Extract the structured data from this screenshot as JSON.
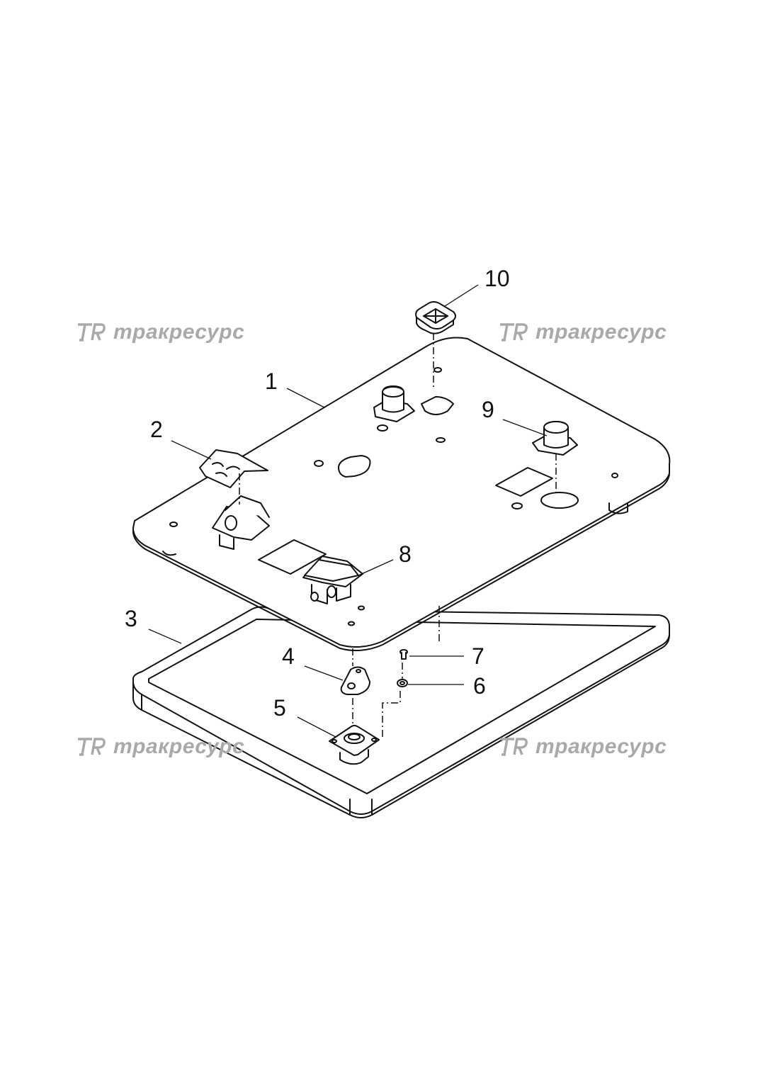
{
  "diagram": {
    "callouts": [
      "1",
      "2",
      "3",
      "4",
      "5",
      "6",
      "7",
      "8",
      "9",
      "10"
    ]
  },
  "watermark": {
    "text": "трак­ресурс",
    "color": "#a9a9a9"
  },
  "colors": {
    "line": "#111111",
    "background": "#ffffff"
  }
}
